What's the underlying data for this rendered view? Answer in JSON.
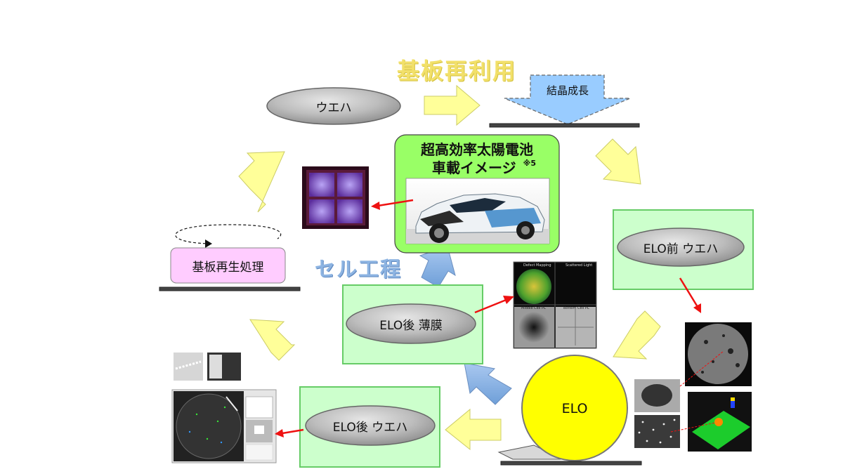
{
  "labels": {
    "substrate_reuse": "基板再利用",
    "crystal_growth": "結晶成長",
    "wafer_top": "ウエハ",
    "pre_elo_wafer": "ELO前 ウエハ",
    "elo": "ELO",
    "post_elo_thin_film": "ELO後 薄膜",
    "post_elo_wafer": "ELO後 ウエハ",
    "substrate_regen": "基板再生処理",
    "cell_process": "セル工程"
  },
  "solar_car": {
    "title_line1": "超高効率太陽電池",
    "title_line2": "車載イメージ",
    "note": "※5"
  },
  "inspection_panel": {
    "defect_mapping": "Defect Mapping",
    "scattered_light": "Scattered Light",
    "middle_cell_pl": "Middle Cell PL",
    "bottom_cell_pl": "Bottom Cell PL"
  },
  "colors": {
    "light_yellow_arrow": "#ffff99",
    "light_blue_arrow": "#8db4e2",
    "green_box": "#ccffcc",
    "green_border": "#66cc66",
    "pink_box": "#ffccff",
    "elo_yellow": "#ffff00",
    "red_arrow": "#ee1111"
  }
}
